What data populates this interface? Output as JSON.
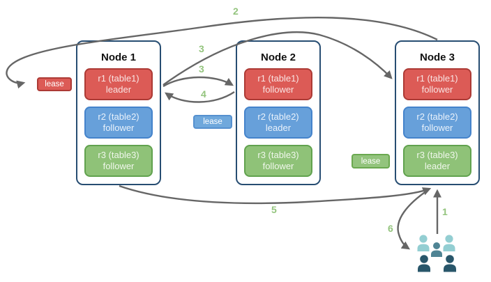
{
  "diagram": {
    "nodes": [
      {
        "title": "Node 1",
        "replicas": [
          {
            "name": "r1 (table1)",
            "role": "leader",
            "color": "red"
          },
          {
            "name": "r2 (table2)",
            "role": "follower",
            "color": "blue"
          },
          {
            "name": "r3 (table3)",
            "role": "follower",
            "color": "green"
          }
        ]
      },
      {
        "title": "Node 2",
        "replicas": [
          {
            "name": "r1 (table1)",
            "role": "follower",
            "color": "red"
          },
          {
            "name": "r2 (table2)",
            "role": "leader",
            "color": "blue"
          },
          {
            "name": "r3 (table3)",
            "role": "follower",
            "color": "green"
          }
        ]
      },
      {
        "title": "Node 3",
        "replicas": [
          {
            "name": "r1 (table1)",
            "role": "follower",
            "color": "red"
          },
          {
            "name": "r2 (table2)",
            "role": "follower",
            "color": "blue"
          },
          {
            "name": "r3 (table3)",
            "role": "leader",
            "color": "green"
          }
        ]
      }
    ],
    "leases": [
      {
        "label": "lease",
        "color": "red"
      },
      {
        "label": "lease",
        "color": "blue"
      },
      {
        "label": "lease",
        "color": "green"
      }
    ],
    "step_labels": {
      "s1": "1",
      "s2": "2",
      "s3a": "3",
      "s3b": "3",
      "s4": "4",
      "s5": "5",
      "s6": "6"
    },
    "icons": {
      "users": "users-group-icon"
    },
    "colors": {
      "red_fill": "#dc5b56",
      "red_border": "#ac3a35",
      "blue_fill": "#67a0da",
      "blue_border": "#4483cb",
      "green_fill": "#8fc278",
      "green_border": "#61a24e",
      "lease_blue_fill": "#6fa8dc",
      "lease_green_fill": "#93c47d",
      "node_border": "#274d72",
      "arrow": "#666666",
      "step_label": "#93c47d",
      "users_light": "#93ced2",
      "users_medium": "#4f8494",
      "users_dark": "#28566a"
    }
  }
}
